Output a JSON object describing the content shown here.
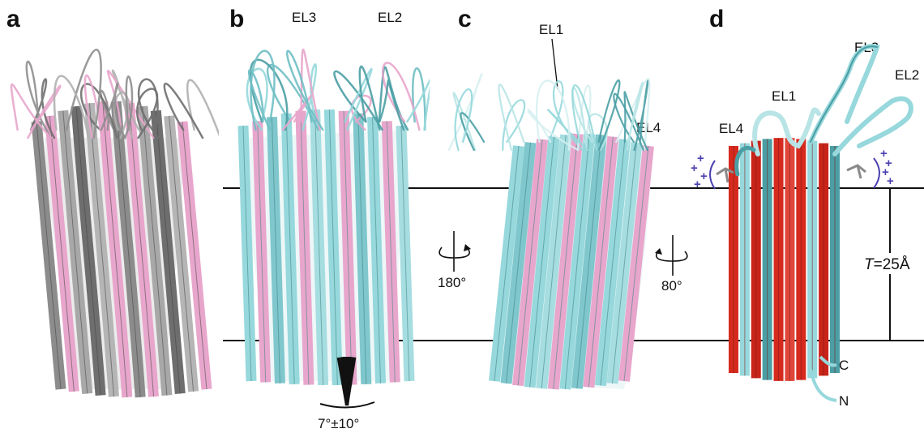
{
  "panels": {
    "a": {
      "letter": "a"
    },
    "b": {
      "letter": "b",
      "loops": [
        "EL3",
        "EL2"
      ],
      "tilt_label": "7°±10°"
    },
    "c": {
      "letter": "c",
      "loops": [
        "EL1",
        "EL4"
      ],
      "rotation_in": "180°",
      "rotation_out": "80°"
    },
    "d": {
      "letter": "d",
      "loops": [
        "EL3",
        "EL2",
        "EL1",
        "EL4"
      ],
      "termini": [
        "C",
        "N"
      ],
      "thickness_symbol": "T",
      "thickness_value": "=25Å",
      "charge_symbol": "+"
    }
  },
  "colors": {
    "gray": "#9a9a9a",
    "dark_gray": "#5a5a5a",
    "pink": "#e8a6cc",
    "cyan": "#96d8dc",
    "teal": "#4a9ea4",
    "red": "#d62a1e",
    "charge": "#4a3fb0",
    "line": "#111111"
  }
}
